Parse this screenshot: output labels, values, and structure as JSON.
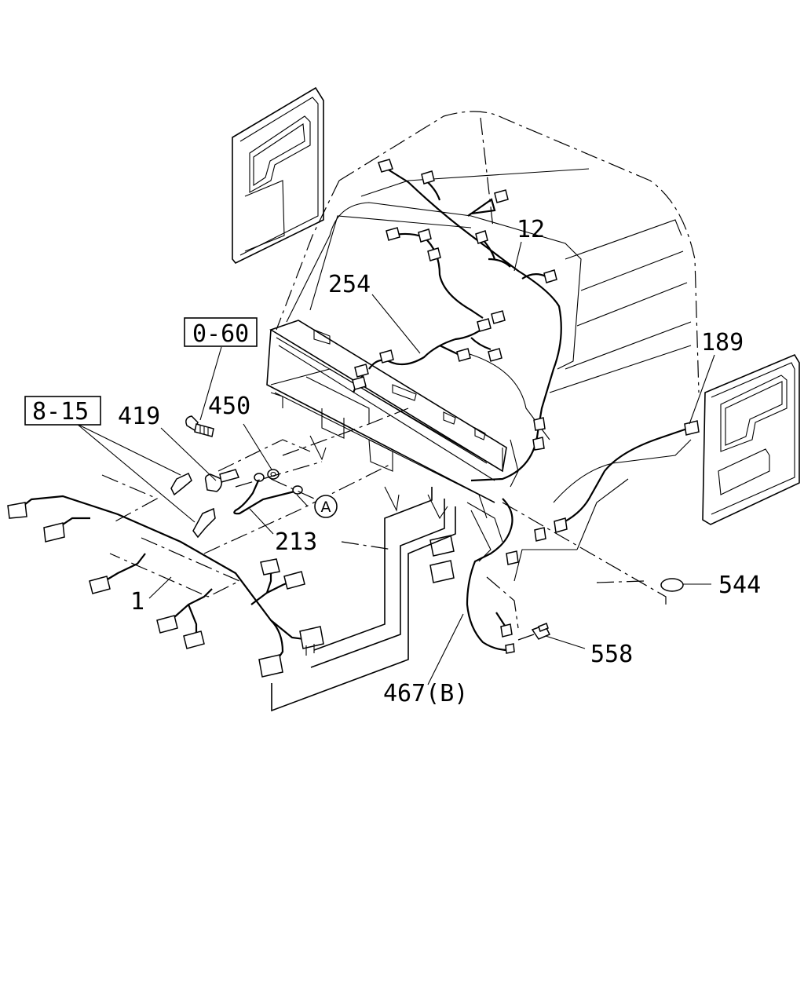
{
  "callouts": {
    "c12": "12",
    "c254": "254",
    "c189": "189",
    "c0_60": "0-60",
    "c8_15": "8-15",
    "c419": "419",
    "c450": "450",
    "c213": "213",
    "cA": "A",
    "c1": "1",
    "c544": "544",
    "c558": "558",
    "c467b": "467(B)"
  }
}
